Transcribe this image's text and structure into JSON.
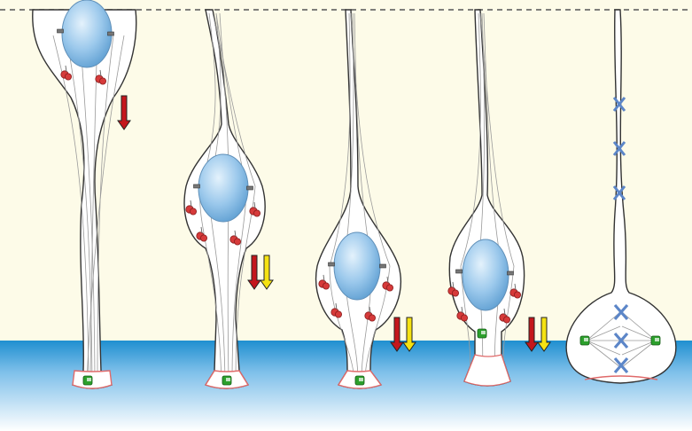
{
  "diagram": {
    "stage_count": 5,
    "colors": {
      "upper_background": "#fdfbe8",
      "lower_medium_top": "#1f8fd0",
      "lower_medium_bottom": "#ffffff",
      "cell_outline": "#333333",
      "fibers": "#9a9a9a",
      "nucleus": "#9cc9ec",
      "basal_outline": "#e06a6a",
      "red_marker": "#d63a3a",
      "green_marker": "#2ca02c",
      "arrow_red": "#c4161c",
      "arrow_yellow": "#f5e211",
      "chromosomes": "#5c86c8"
    },
    "stages": [
      {
        "id": "stage-1",
        "arrows": [
          "red"
        ],
        "nucleus": "top",
        "division": false
      },
      {
        "id": "stage-2",
        "arrows": [
          "red",
          "yellow"
        ],
        "nucleus": "upper-middle",
        "division": false
      },
      {
        "id": "stage-3",
        "arrows": [
          "red",
          "yellow"
        ],
        "nucleus": "lower-middle",
        "division": false
      },
      {
        "id": "stage-4",
        "arrows": [
          "red",
          "yellow"
        ],
        "nucleus": "bottom",
        "division": false
      },
      {
        "id": "stage-5",
        "arrows": [],
        "nucleus": "dividing",
        "division": true
      }
    ],
    "icons": {
      "down_arrow": "down-arrow-icon",
      "centrosome": "centrosome-icon",
      "red_marker": "red-dot-cluster-icon",
      "green_marker": "green-square-icon"
    }
  }
}
